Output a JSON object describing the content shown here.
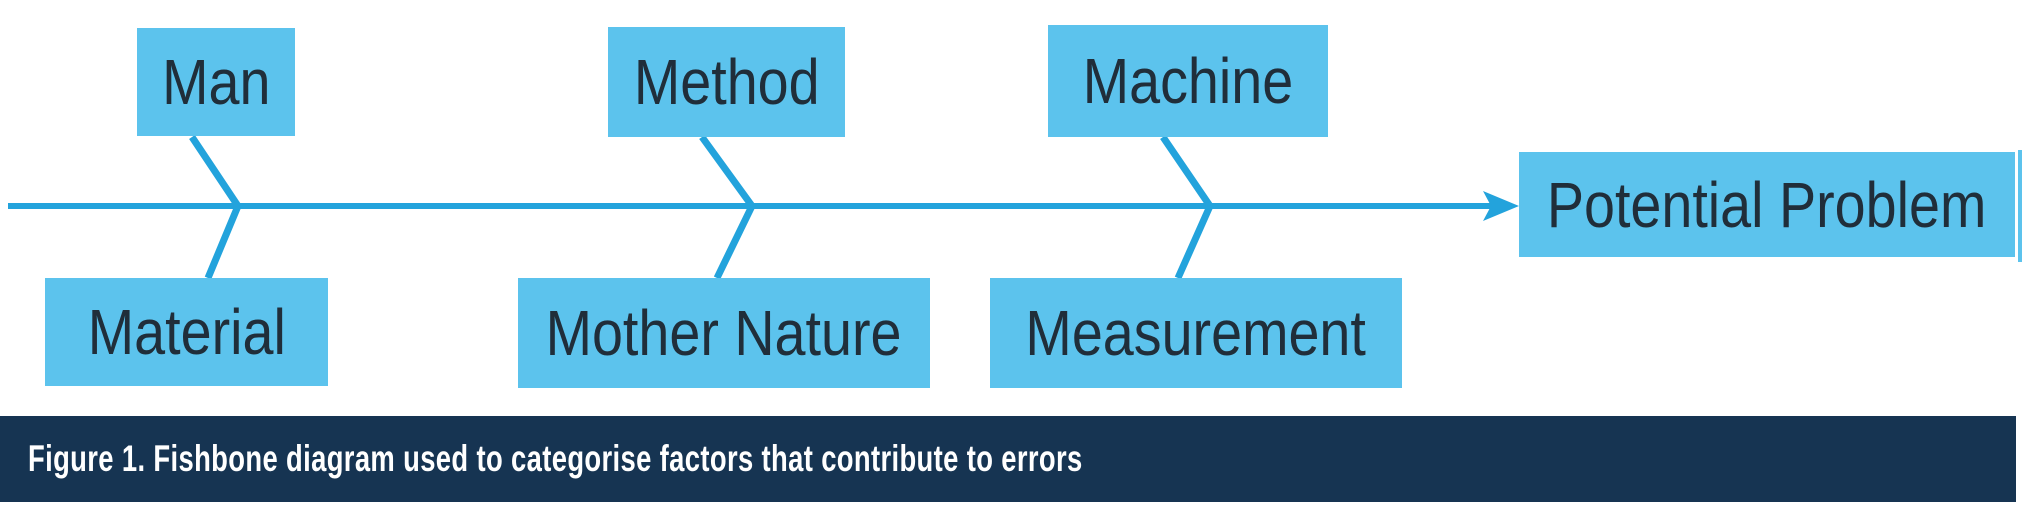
{
  "figure": {
    "caption": "Figure 1. Fishbone diagram used to categorise factors that contribute to errors"
  },
  "diagram": {
    "type": "fishbone",
    "head": "Potential Problem",
    "categories": {
      "top": [
        "Man",
        "Method",
        "Machine"
      ],
      "bottom": [
        "Material",
        "Mother Nature",
        "Measurement"
      ]
    }
  },
  "colors": {
    "line": "#23a3dc",
    "box_fill": "#5cc3ed",
    "box_text": "#202e3a",
    "caption_bar": "#163452",
    "caption_text": "#ffffff"
  }
}
